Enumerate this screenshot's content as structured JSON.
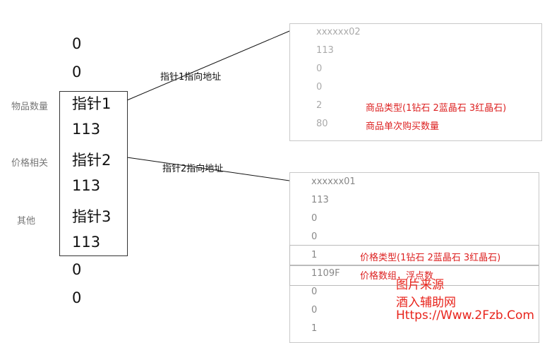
{
  "left_column": {
    "values_above": [
      "0",
      "0"
    ],
    "cells": [
      "指针1",
      "113",
      "指针2",
      "113",
      "指针3",
      "113"
    ],
    "values_below": [
      "0",
      "0"
    ],
    "side_labels": [
      "物品数量",
      "价格相关",
      "其他"
    ]
  },
  "arrows": {
    "label1": "指针1指向地址",
    "label2": "指针2指向地址"
  },
  "memory_top": {
    "address": "xxxxxx02",
    "values": [
      "113",
      "0",
      "0",
      "2",
      "80"
    ],
    "notes": [
      "商品类型(1钻石 2蓝晶石 3红晶石)",
      "商品单次购买数量"
    ]
  },
  "memory_bottom": {
    "address": "xxxxxx01",
    "values": [
      "113",
      "0",
      "0",
      "1",
      "1109F",
      "0",
      "0",
      "1"
    ],
    "notes": [
      "价格类型(1钻石 2蓝晶石 3红晶石)",
      "价格数组，浮点数"
    ]
  },
  "watermark": {
    "line1": "图片来源",
    "line2": "酒入辅助网",
    "line3": "Https://Www.2Fzb.Com"
  }
}
